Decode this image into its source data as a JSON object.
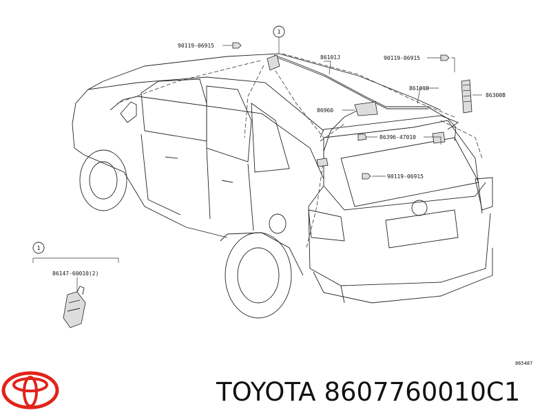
{
  "callouts": {
    "c1_top": "1",
    "c1_left": "1"
  },
  "parts": {
    "bolt_top_left": "90119-06915",
    "antenna_cord_J": "86101J",
    "bolt_top_right": "90119-06915",
    "cord_D": "86101D",
    "part_86300B": "86300B",
    "part_86960": "86960",
    "clamp_86396": "86396-47010",
    "bolt_lower": "90119-06915",
    "sub_part": "86147-60010(2)"
  },
  "diagram_code": "865487",
  "footer": {
    "brand": "TOYOTA",
    "part_number": "8607760010C1"
  },
  "colors": {
    "logo": "#e2231a",
    "ink": "#222222"
  }
}
